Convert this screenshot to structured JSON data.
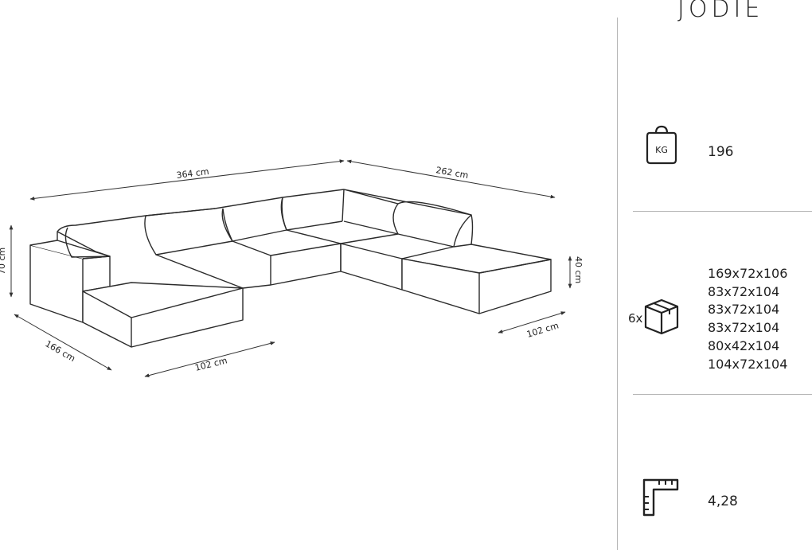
{
  "product": {
    "name": "JODIE"
  },
  "dimensions": {
    "width_total": "364 cm",
    "width_right": "262 cm",
    "height": "70 cm",
    "depth": "166 cm",
    "seat_depth_left": "102 cm",
    "seat_depth_right": "102 cm",
    "seat_height": "40 cm"
  },
  "specs": {
    "weight_icon": "weight-kg-icon",
    "weight_icon_label": "KG",
    "weight_value": "196",
    "packages_icon": "box-icon",
    "packages_count": "6x",
    "packages": [
      "169x72x106",
      "83x72x104",
      "83x72x104",
      "83x72x104",
      "80x42x104",
      "104x72x104"
    ],
    "volume_icon": "ruler-corner-icon",
    "volume_value": "4,28"
  }
}
